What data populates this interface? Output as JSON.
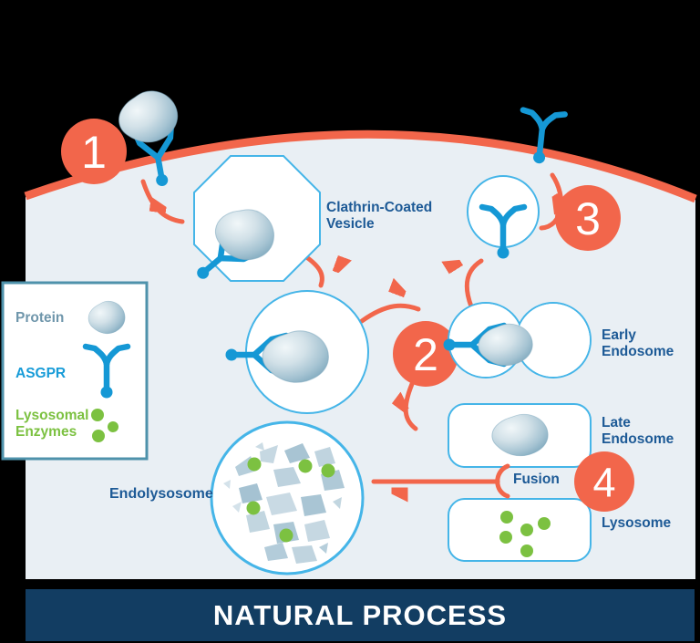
{
  "diagram": {
    "title": "NATURAL PROCESS",
    "steps": [
      {
        "number": "1"
      },
      {
        "number": "2"
      },
      {
        "number": "3"
      },
      {
        "number": "4"
      }
    ],
    "labels": {
      "clathrin_vesicle": "Clathrin-Coated\nVesicle",
      "early_endosome": "Early\nEndosome",
      "late_endosome": "Late\nEndosome",
      "lysosome": "Lysosome",
      "fusion": "Fusion",
      "endolysosome": "Endolysosome"
    },
    "colors": {
      "accent_orange": "#F2664B",
      "membrane": "#F2664B",
      "vesicle_outline": "#45B5E8",
      "receptor_blue": "#1598D5",
      "label_blue": "#1D5A96",
      "enzyme_green": "#7CC141",
      "banner_navy": "#123D62",
      "cell_fill": "#E9EFF4",
      "legend_border": "#4E92AB",
      "protein_label": "#6F96AB"
    }
  },
  "legend": {
    "items": [
      {
        "label": "Protein",
        "icon": "protein-icon"
      },
      {
        "label": "ASGPR",
        "icon": "asgpr-receptor-icon"
      },
      {
        "label": "Lysosomal\nEnzymes",
        "icon": "enzyme-dots-icon"
      }
    ]
  }
}
